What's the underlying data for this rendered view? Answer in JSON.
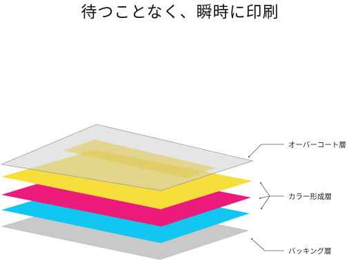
{
  "title": "待つことなく、瞬時に印刷",
  "layers": [
    {
      "id": "backing",
      "color": "#c9c9c9",
      "label": "バッキング層"
    },
    {
      "id": "cyan",
      "color": "#11c6f0",
      "label": ""
    },
    {
      "id": "magenta",
      "color": "#ec1a7a",
      "label": ""
    },
    {
      "id": "yellow",
      "color": "#f7de3a",
      "label": ""
    },
    {
      "id": "overcoat",
      "color": "#d9d9d9",
      "label": "オーバーコート層"
    }
  ],
  "labels": {
    "overcoat": "オーバーコート層",
    "color_forming": "カラー形成層",
    "backing": "バッキング層"
  }
}
